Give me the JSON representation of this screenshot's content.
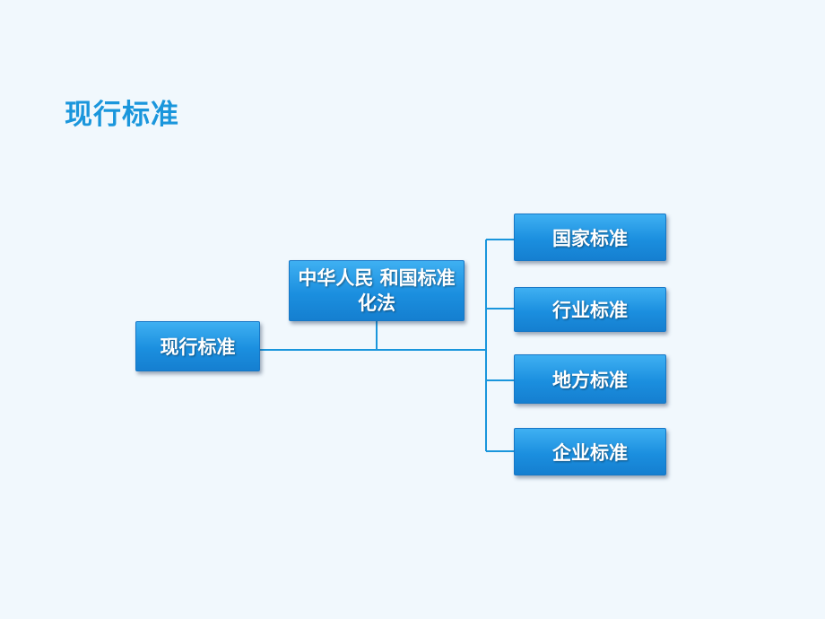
{
  "slide": {
    "title": "现行标准"
  },
  "diagram": {
    "root": {
      "label": "现行标准"
    },
    "legal_basis": {
      "label": "中华人民 和国标准化法"
    },
    "children": [
      {
        "label": "国家标准"
      },
      {
        "label": "行业标准"
      },
      {
        "label": "地方标准"
      },
      {
        "label": "企业标准"
      }
    ],
    "colors": {
      "node_fill": "#1b8fdf",
      "connector": "#1a96dc",
      "title": "#1a96dc",
      "background": "#f1f8fd"
    }
  }
}
